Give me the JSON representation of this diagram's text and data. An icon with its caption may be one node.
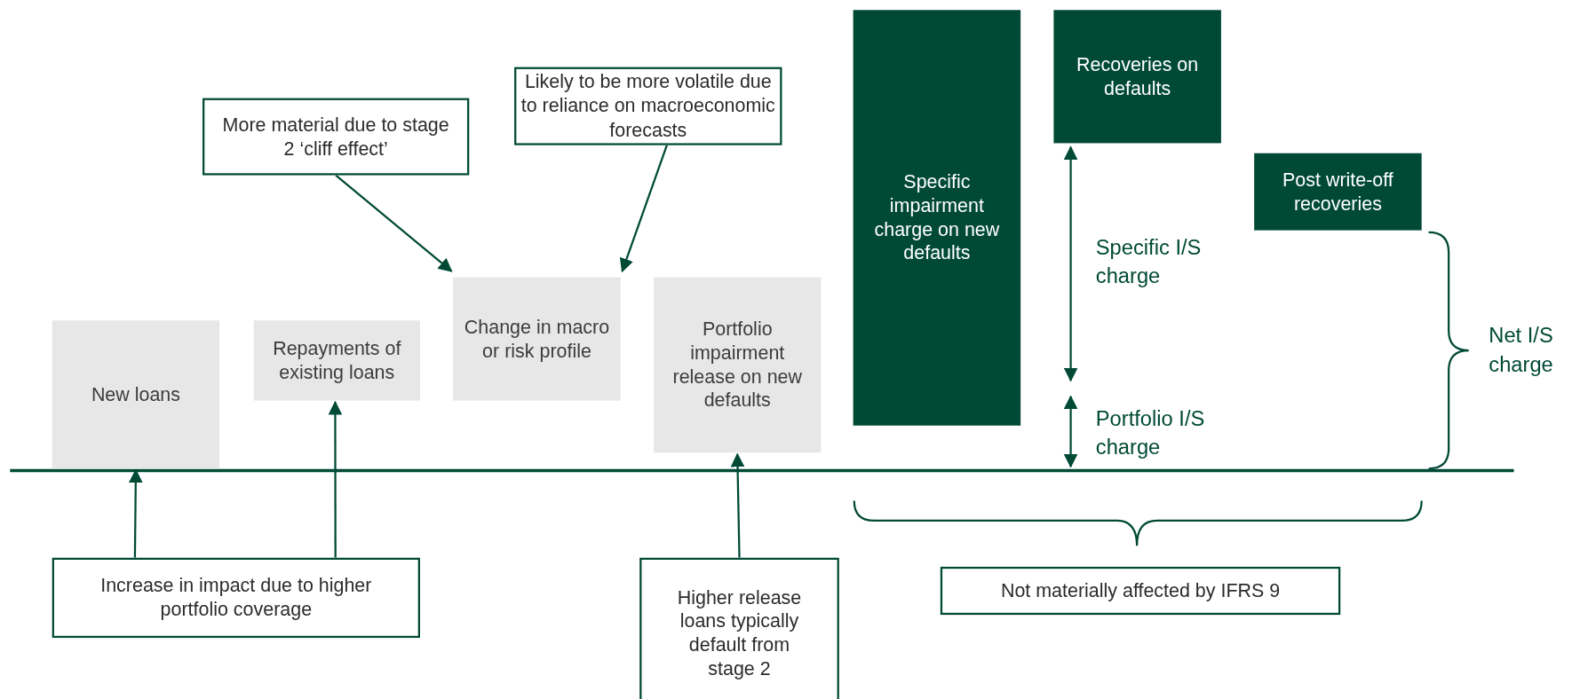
{
  "diagram": {
    "nodes": [
      {
        "text": [
          "New loans"
        ]
      },
      {
        "text": [
          "Repayments of existing loans"
        ]
      },
      {
        "text": [
          "Change in macro or risk profile"
        ]
      },
      {
        "text": [
          "Portfolio impairment release on new defaults"
        ]
      },
      {
        "text": [
          "Specific impairment charge on new defaults"
        ]
      },
      {
        "text": [
          "Recoveries on defaults"
        ]
      },
      {
        "text": [
          "Post write-off recoveries"
        ]
      },
      {
        "text": [
          "More material due to stage 2 ‘cliff effect’"
        ]
      },
      {
        "text": [
          "Likely to be more volatile due to reliance on macroeconomic forecasts"
        ]
      },
      {
        "text": [
          "Increase in impact due to higher portfolio coverage"
        ]
      },
      {
        "text": [
          "Higher release loans typically default from stage 2"
        ]
      },
      {
        "text": [
          "Not materially affected by IFRS 9"
        ]
      }
    ],
    "edges": [
      {
        "from": 7,
        "to": 2,
        "arrow": "to"
      },
      {
        "from": 8,
        "to": 2,
        "arrow": "to"
      },
      {
        "from": 9,
        "to": 0,
        "arrow": "to"
      },
      {
        "from": 9,
        "to": 1,
        "arrow": "to"
      },
      {
        "from": 10,
        "to": 3,
        "arrow": "to"
      }
    ],
    "labels": [
      "Specific I/S charge",
      "Portfolio I/S charge",
      "Net I/S charge"
    ]
  }
}
